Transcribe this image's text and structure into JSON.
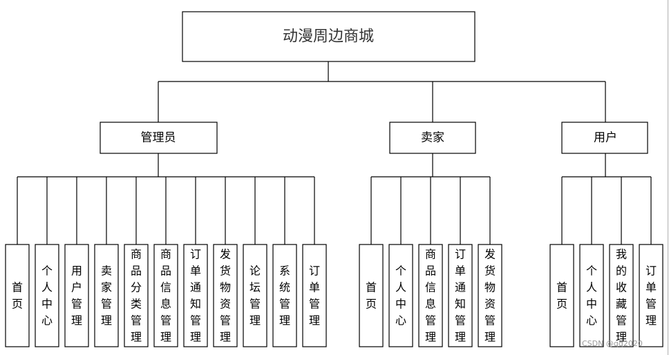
{
  "root": {
    "label": "动漫周边商城"
  },
  "roles": [
    {
      "key": "admin",
      "label": "管理员",
      "children": [
        "首页",
        "个人中心",
        "用户管理",
        "卖家管理",
        "商品分类管理",
        "商品信息管理",
        "订单通知管理",
        "发货物资管理",
        "论坛管理",
        "系统管理",
        "订单管理"
      ]
    },
    {
      "key": "seller",
      "label": "卖家",
      "children": [
        "首页",
        "个人中心",
        "商品信息管理",
        "订单通知管理",
        "发货物资管理"
      ]
    },
    {
      "key": "user",
      "label": "用户",
      "children": [
        "首页",
        "个人中心",
        "我的收藏管理",
        "订单管理"
      ]
    }
  ],
  "watermark": "CSDN @qq2020"
}
